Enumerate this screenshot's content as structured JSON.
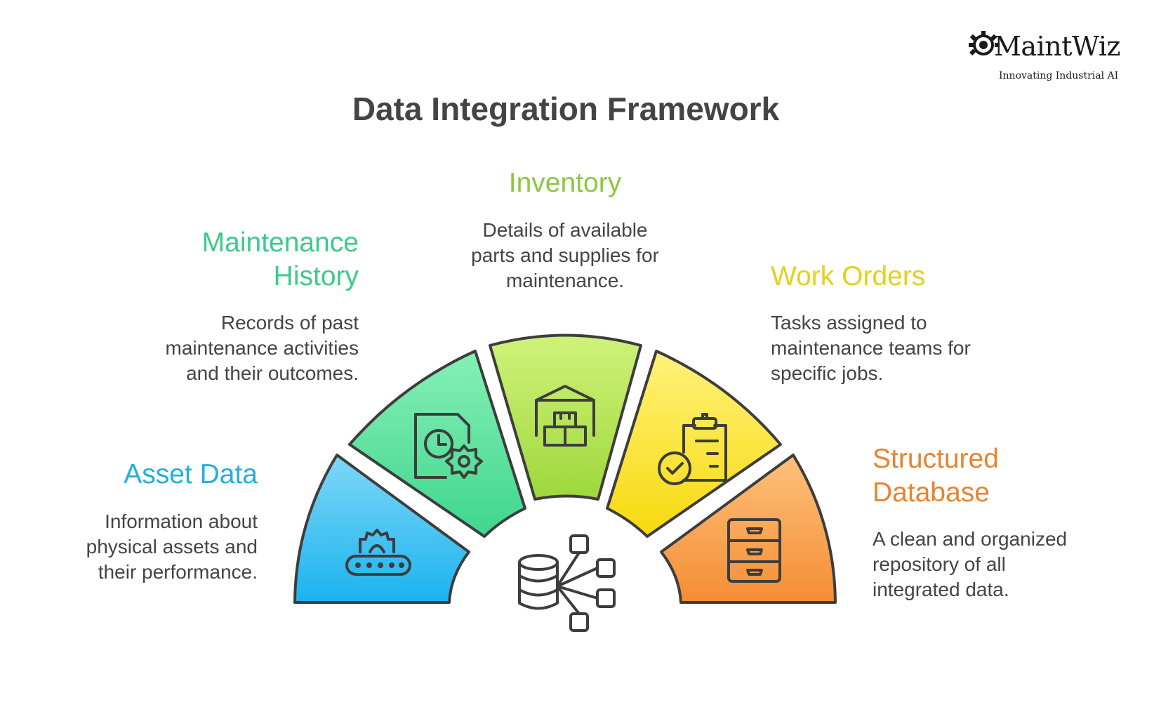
{
  "title": "Data Integration Framework",
  "logo": {
    "name": "MaintWiz",
    "tagline": "Innovating Industrial AI"
  },
  "segments": [
    {
      "title": "Asset Data",
      "desc": [
        "Information about",
        "physical assets and",
        "their performance."
      ],
      "color": "#22aee0",
      "icon": "conveyor-gear-icon"
    },
    {
      "title_lines": [
        "Maintenance",
        "History"
      ],
      "desc": [
        "Records of past",
        "maintenance activities",
        "and their outcomes."
      ],
      "color": "#3dc98a",
      "icon": "document-clock-gear-icon"
    },
    {
      "title": "Inventory",
      "desc": [
        "Details of available",
        "parts and supplies for",
        "maintenance."
      ],
      "color": "#8dc63f",
      "icon": "warehouse-boxes-icon"
    },
    {
      "title": "Work Orders",
      "desc": [
        "Tasks assigned to",
        "maintenance teams for",
        "specific jobs."
      ],
      "color": "#e6cf1e",
      "icon": "clipboard-check-icon"
    },
    {
      "title_lines": [
        "Structured",
        "Database"
      ],
      "desc": [
        "A clean and organized",
        "repository of all",
        "integrated data."
      ],
      "color": "#e8832f",
      "icon": "filing-cabinet-icon"
    }
  ],
  "center_icon": "database-network-icon"
}
